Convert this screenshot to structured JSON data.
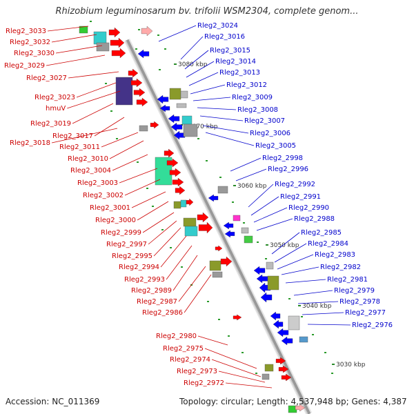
{
  "title": "Rhizobium leguminosarum bv. trifolii WSM2304, complete genom...",
  "footer": {
    "accession": "Accession: NC_011369",
    "summary": "Topology: circular; Length: 4,537,948 bp; Genes: 4,387"
  },
  "colors": {
    "forward_label": "#cc0000",
    "reverse_label": "#0000cc",
    "backbone": "#999999",
    "forward_gene": "#ff0000",
    "reverse_gene": "#0000ff",
    "olive": "#8a9a2a",
    "navy": "#443388",
    "cyan": "#33cccc",
    "aqua": "#33dd99",
    "gray": "#999999",
    "magenta": "#ff33cc",
    "green": "#44cc44",
    "steel": "#5599cc"
  },
  "scale_ticks": [
    "3080 kbp",
    "3070 kbp",
    "3060 kbp",
    "3050 kbp",
    "3040 kbp",
    "3030 kbp"
  ],
  "left_labels": [
    "Rleg2_3033",
    "Rleg2_3032",
    "Rleg2_3030",
    "Rleg2_3029",
    "Rleg2_3027",
    "Rleg2_3023",
    "hmuV",
    "Rleg2_3019",
    "Rleg2_3017",
    "Rleg2_3018",
    "Rleg2_3011",
    "Rleg2_3010",
    "Rleg2_3004",
    "Rleg2_3003",
    "Rleg2_3002",
    "Rleg2_3001",
    "Rleg2_3000",
    "Rleg2_2999",
    "Rleg2_2997",
    "Rleg2_2995",
    "Rleg2_2994",
    "Rleg2_2993",
    "Rleg2_2989",
    "Rleg2_2987",
    "Rleg2_2986",
    "Rleg2_2980",
    "Rleg2_2975",
    "Rleg2_2974",
    "Rleg2_2973",
    "Rleg2_2972"
  ],
  "right_labels": [
    "Rleg2_3024",
    "Rleg2_3016",
    "Rleg2_3015",
    "Rleg2_3014",
    "Rleg2_3013",
    "Rleg2_3012",
    "Rleg2_3009",
    "Rleg2_3008",
    "Rleg2_3007",
    "Rleg2_3006",
    "Rleg2_3005",
    "Rleg2_2998",
    "Rleg2_2996",
    "Rleg2_2992",
    "Rleg2_2991",
    "Rleg2_2990",
    "Rleg2_2988",
    "Rleg2_2985",
    "Rleg2_2984",
    "Rleg2_2983",
    "Rleg2_2982",
    "Rleg2_2981",
    "Rleg2_2979",
    "Rleg2_2978",
    "Rleg2_2977",
    "Rleg2_2976"
  ]
}
